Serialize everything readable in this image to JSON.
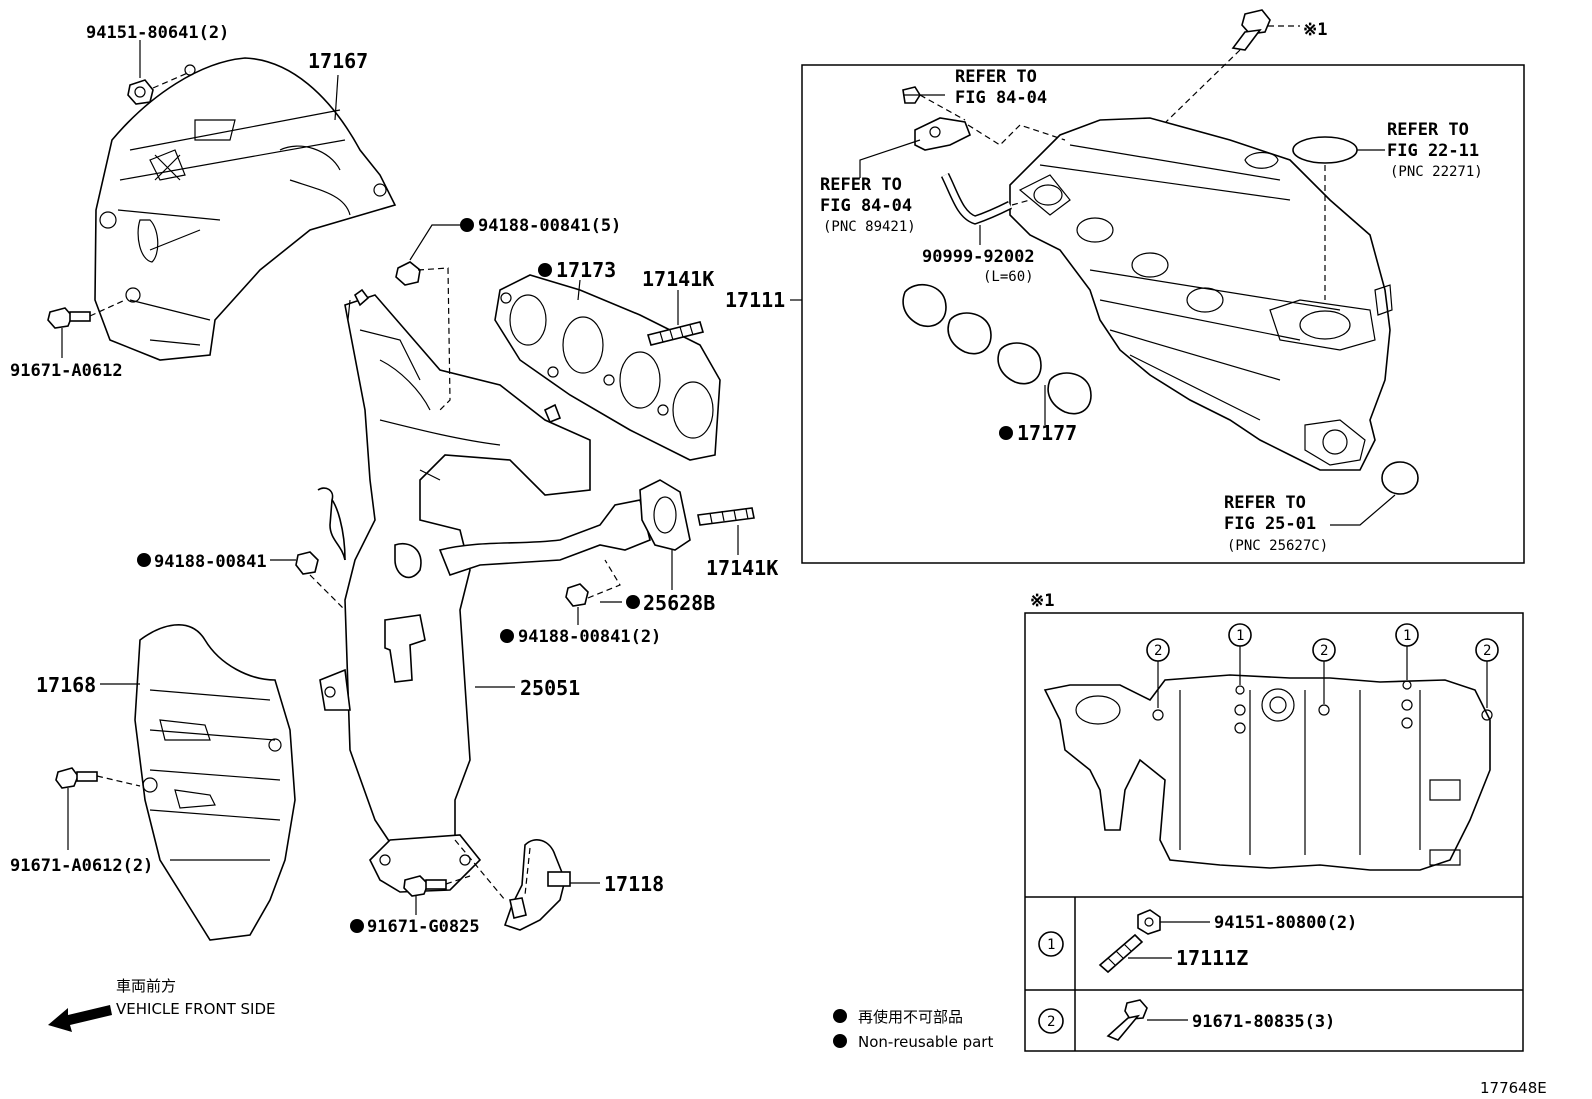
{
  "labels": {
    "l_94151_80641": "94151-80641(2)",
    "l_17167": "17167",
    "l_91671_A0612": "91671-A0612",
    "l_94188_00841_5": "94188-00841(5)",
    "l_17173": "17173",
    "l_17141K_a": "17141K",
    "l_17141K_b": "17141K",
    "l_94188_00841": "94188-00841",
    "l_25628B": "25628B",
    "l_94188_00841_2": "94188-00841(2)",
    "l_17168": "17168",
    "l_25051": "25051",
    "l_91671_A0612_2": "91671-A0612(2)",
    "l_17118": "17118",
    "l_91671_G0825": "91671-G0825",
    "l_17111": "17111",
    "l_17177": "17177",
    "l_90999_92002": "90999-92002",
    "l_L60": "(L=60)",
    "l_ref1_a": "REFER TO",
    "l_ref1_b": "FIG 84-04",
    "l_ref2_a": "REFER TO",
    "l_ref2_b": "FIG 84-04",
    "l_ref2_c": "(PNC 89421)",
    "l_ref3_a": "REFER TO",
    "l_ref3_b": "FIG 22-11",
    "l_ref3_c": "(PNC 22271)",
    "l_ref4_a": "REFER TO",
    "l_ref4_b": "FIG 25-01",
    "l_ref4_c": "(PNC 25627C)",
    "l_note1_top": "※1",
    "l_note1_box": "※1",
    "l_94151_80800": "94151-80800(2)",
    "l_17111Z": "17111Z",
    "l_91671_80835": "91671-80835(3)",
    "l_c1": "1",
    "l_c2": "2",
    "legend_jp": "再使用不可部品",
    "legend_en": "Non-reusable part",
    "front_jp": "車両前方",
    "front_en": "VEHICLE FRONT SIDE",
    "fig_code": "177648E"
  }
}
